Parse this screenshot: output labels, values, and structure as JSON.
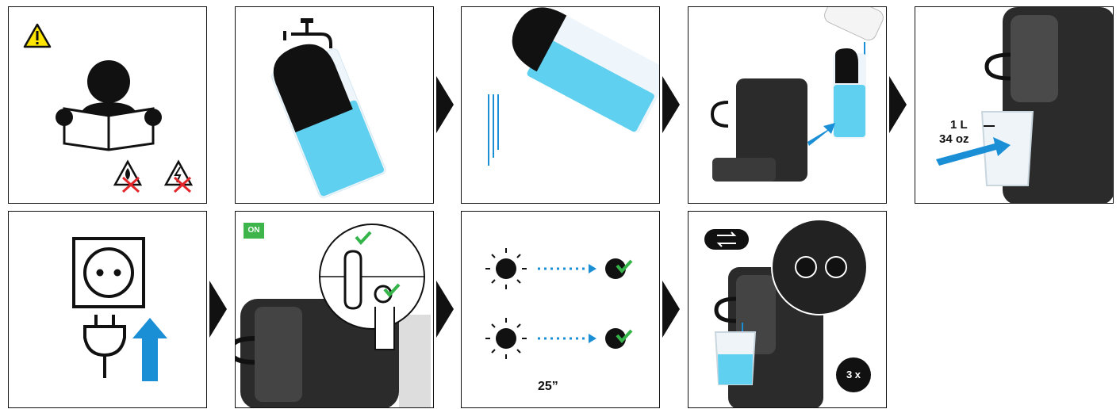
{
  "steps": {
    "step1": {
      "icon": "read-manual-icon"
    },
    "step2": {
      "icon": "tap-water-icon"
    },
    "step3": {
      "icon": "empty-tank-icon"
    },
    "step4": {
      "icon": "fill-tank-icon"
    },
    "step5": {
      "icon": "container-under-spout-icon",
      "volume_l": "1 L",
      "volume_oz": "34 oz"
    },
    "step6": {
      "icon": "power-plug-icon"
    },
    "step7": {
      "icon": "power-on-icon",
      "on_badge": "ON"
    },
    "step8": {
      "icon": "heating-lights-icon",
      "duration": "25”"
    },
    "step9": {
      "icon": "rinse-cycle-icon",
      "repeat": "3 x"
    }
  },
  "colors": {
    "warning_yellow": "#ffe600",
    "water_blue": "#5fd0ef",
    "arrow_blue": "#1a8fd6",
    "check_green": "#35b44a",
    "cross_red": "#e3262a",
    "on_green": "#3db54a",
    "machine_dark": "#2b2b2b"
  }
}
